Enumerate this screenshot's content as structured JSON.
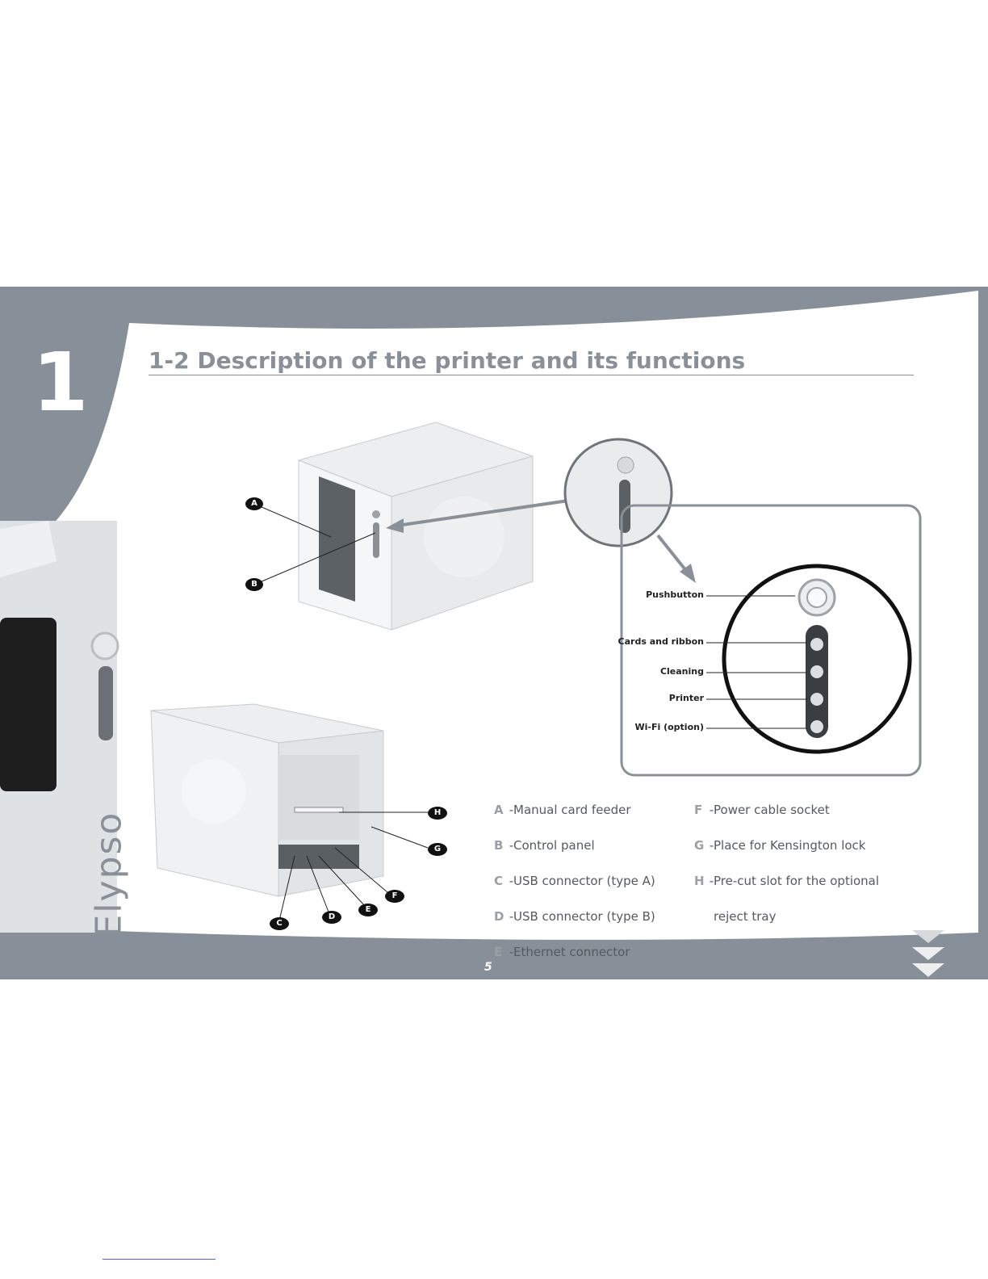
{
  "chapter": {
    "number": "1"
  },
  "section": {
    "title": "1-2 Description of the printer and its functions"
  },
  "side_brand": "Elypso",
  "labels_left": [
    {
      "letter": "A",
      "text": "Manual card feeder"
    },
    {
      "letter": "B",
      "text": "Control panel"
    },
    {
      "letter": "C",
      "text": "USB connector (type A)"
    },
    {
      "letter": "D",
      "text": "USB connector (type B)"
    },
    {
      "letter": "E",
      "text": "Ethernet connector"
    }
  ],
  "labels_right": [
    {
      "letter": "F",
      "text": "Power cable socket"
    },
    {
      "letter": "G",
      "text": "Place for Kensington lock"
    },
    {
      "letter": "H",
      "text": "Pre-cut slot for the optional",
      "continuation": "reject tray"
    }
  ],
  "panel_callouts": {
    "pushbutton": "Pushbutton",
    "cards_ribbon": "Cards and ribbon",
    "cleaning": "Cleaning",
    "printer": "Printer",
    "wifi": "Wi-Fi (option)"
  },
  "markers": [
    "A",
    "B",
    "C",
    "D",
    "E",
    "F",
    "G",
    "H"
  ],
  "page": {
    "number": "5"
  },
  "colors": {
    "band": "#878f98",
    "title": "#8a9098",
    "text": "#555a60"
  }
}
